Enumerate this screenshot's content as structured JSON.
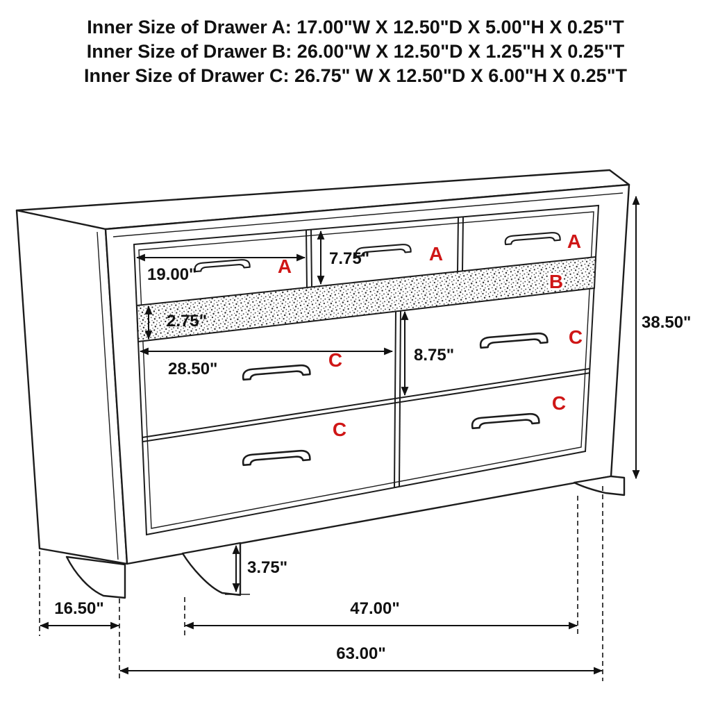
{
  "header": {
    "lines": [
      "Inner Size of Drawer A: 17.00\"W X 12.50\"D X 5.00\"H X 0.25\"T",
      "Inner Size of Drawer B: 26.00\"W X 12.50\"D X 1.25\"H X 0.25\"T",
      "Inner Size of Drawer C: 26.75\" W X 12.50\"D X 6.00\"H X 0.25\"T"
    ]
  },
  "labels": {
    "drawer_a": "A",
    "drawer_b": "B",
    "drawer_c": "C"
  },
  "dimensions": {
    "drawer_a_width": "19.00\"",
    "drawer_a_height": "7.75\"",
    "strip_height": "2.75\"",
    "drawer_c_width": "28.50\"",
    "drawer_c_height": "8.75\"",
    "overall_height": "38.50\"",
    "foot_height": "3.75\"",
    "depth": "16.50\"",
    "foot_span": "47.00\"",
    "overall_width": "63.00\""
  },
  "colors": {
    "label_red": "#cf1616",
    "line": "#1c1c1c"
  }
}
